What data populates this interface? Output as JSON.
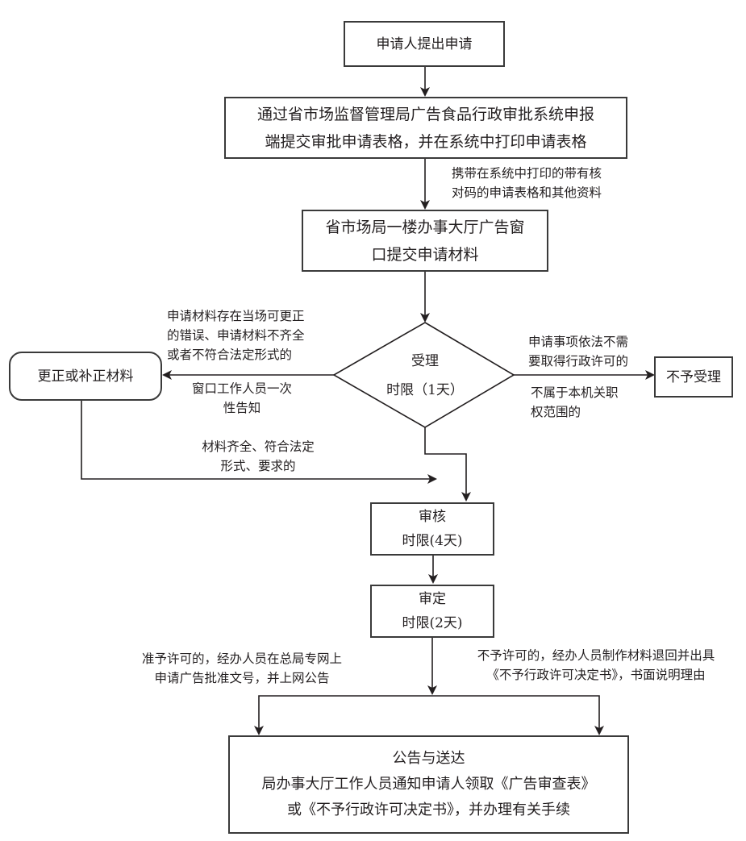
{
  "flowchart": {
    "nodes": {
      "apply": {
        "lines": [
          "申请人提出申请"
        ]
      },
      "online_submit": {
        "lines": [
          "通过省市场监督管理局广告食品行政审批系统申报",
          "端提交审批申请表格，并在系统中打印申请表格"
        ]
      },
      "hall_submit": {
        "lines": [
          "省市场局一楼办事大厅广告窗",
          "口提交申请材料"
        ]
      },
      "accept": {
        "lines": [
          "受理",
          "时限（1天）"
        ]
      },
      "correct": {
        "lines": [
          "更正或补正材料"
        ]
      },
      "reject": {
        "lines": [
          "不予受理"
        ]
      },
      "review": {
        "lines": [
          "审核",
          "时限(4天)"
        ]
      },
      "decide": {
        "lines": [
          "审定",
          "时限(2天)"
        ]
      },
      "deliver": {
        "lines": [
          "公告与送达",
          "局办事大厅工作人员通知申请人领取《广告审查表》",
          "或《不予行政许可决定书》，并办理有关手续"
        ]
      }
    },
    "edge_labels": {
      "carry_docs": [
        "携带在系统中打印的带有核",
        "对码的申请表格和其他资料"
      ],
      "to_correct_above": [
        "申请材料存在当场可更正",
        "的错误、申请材料不齐全",
        "或者不符合法定形式的"
      ],
      "to_correct_below": [
        "窗口工作人员一次",
        "性告知"
      ],
      "to_reject_above": [
        "申请事项依法不需",
        "要取得行政许可的"
      ],
      "to_reject_below": [
        "不属于本机关职",
        "权范围的"
      ],
      "complete": [
        "材料齐全、符合法定",
        "形式、要求的"
      ],
      "approve": [
        "准予许可的，经办人员在总局专网上",
        "申请广告批准文号，并上网公告"
      ],
      "deny": [
        "不予许可的，经办人员制作材料退回并出具",
        "《不予行政许可决定书》，书面说明理由"
      ]
    }
  }
}
